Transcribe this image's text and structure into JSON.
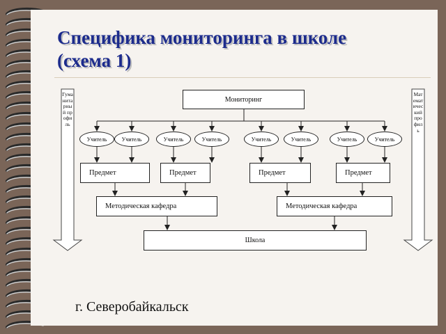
{
  "title": "Специфика мониторинга в школе (схема 1)",
  "diagram": {
    "top_box": "Мониторинг",
    "teachers": [
      "Учитель",
      "Учитель",
      "Учитель",
      "Учитель",
      "Учитель",
      "Учитель",
      "Учитель",
      "Учитель"
    ],
    "subjects": [
      "Предмет",
      "Предмет",
      "Предмет",
      "Предмет"
    ],
    "departments": [
      "Методическая кафедра",
      "Методическая кафедра"
    ],
    "school": "Школа",
    "left_arrow_text": "Гуманитарный профиль",
    "right_arrow_text": "Математический профиль"
  },
  "footer": {
    "city": "г. Северобайкальск"
  }
}
